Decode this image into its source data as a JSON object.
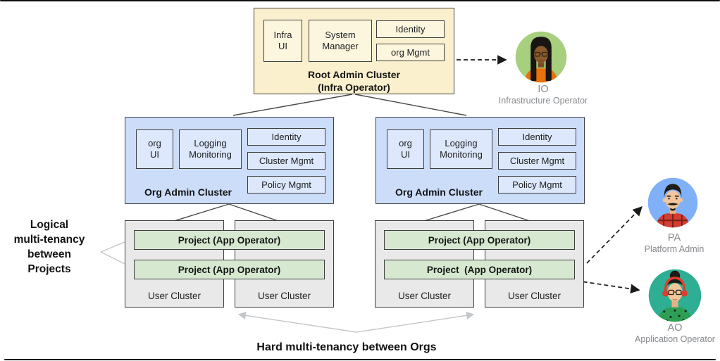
{
  "root_cluster": {
    "title": "Root Admin Cluster\n(Infra Operator)",
    "components": {
      "infra_ui": "Infra\nUI",
      "system_manager": "System\nManager",
      "identity": "Identity",
      "org_mgmt": "org Mgmt"
    }
  },
  "org_clusters": [
    {
      "title": "Org Admin Cluster",
      "components": {
        "org_ui": "org\nUI",
        "logging_monitoring": "Logging\nMonitoring",
        "identity": "Identity",
        "cluster_mgmt": "Cluster Mgmt",
        "policy_mgmt": "Policy Mgmt"
      }
    },
    {
      "title": "Org Admin Cluster",
      "components": {
        "org_ui": "org\nUI",
        "logging_monitoring": "Logging\nMonitoring",
        "identity": "Identity",
        "cluster_mgmt": "Cluster Mgmt",
        "policy_mgmt": "Policy Mgmt"
      }
    }
  ],
  "user_cluster_groups": [
    {
      "projects": [
        "Project (App Operator)",
        "Project (App Operator)"
      ],
      "clusters": [
        "User Cluster",
        "User Cluster"
      ]
    },
    {
      "projects": [
        "Project (App Operator)",
        "Project  (App Operator)"
      ],
      "clusters": [
        "User Cluster",
        "User Cluster"
      ]
    }
  ],
  "annotations": {
    "left": "Logical\nmulti-tenancy\nbetween\nProjects",
    "bottom": "Hard multi-tenancy between Orgs"
  },
  "personas": [
    {
      "code": "IO",
      "role": "Infrastructure Operator",
      "circle_color": "#A8CF7D"
    },
    {
      "code": "PA",
      "role": "Platform Admin",
      "circle_color": "#80B1F8"
    },
    {
      "code": "AO",
      "role": "Application Operator",
      "circle_color": "#2EAE93"
    }
  ],
  "colors": {
    "root_fill": "#FBF0CD",
    "root_inner_fill": "#FDF6DF",
    "org_fill": "#CCDDF9",
    "org_inner_fill": "#DDE8FC",
    "user_cluster_fill": "#E9E9E9",
    "project_fill": "#D7E8D1",
    "box_border": "#3E3E3E",
    "connector_solid": "#4A4A4A",
    "connector_dashed": "#1A1A1A",
    "connector_gray": "#C3C6CB",
    "persona_text": "#86898D"
  }
}
